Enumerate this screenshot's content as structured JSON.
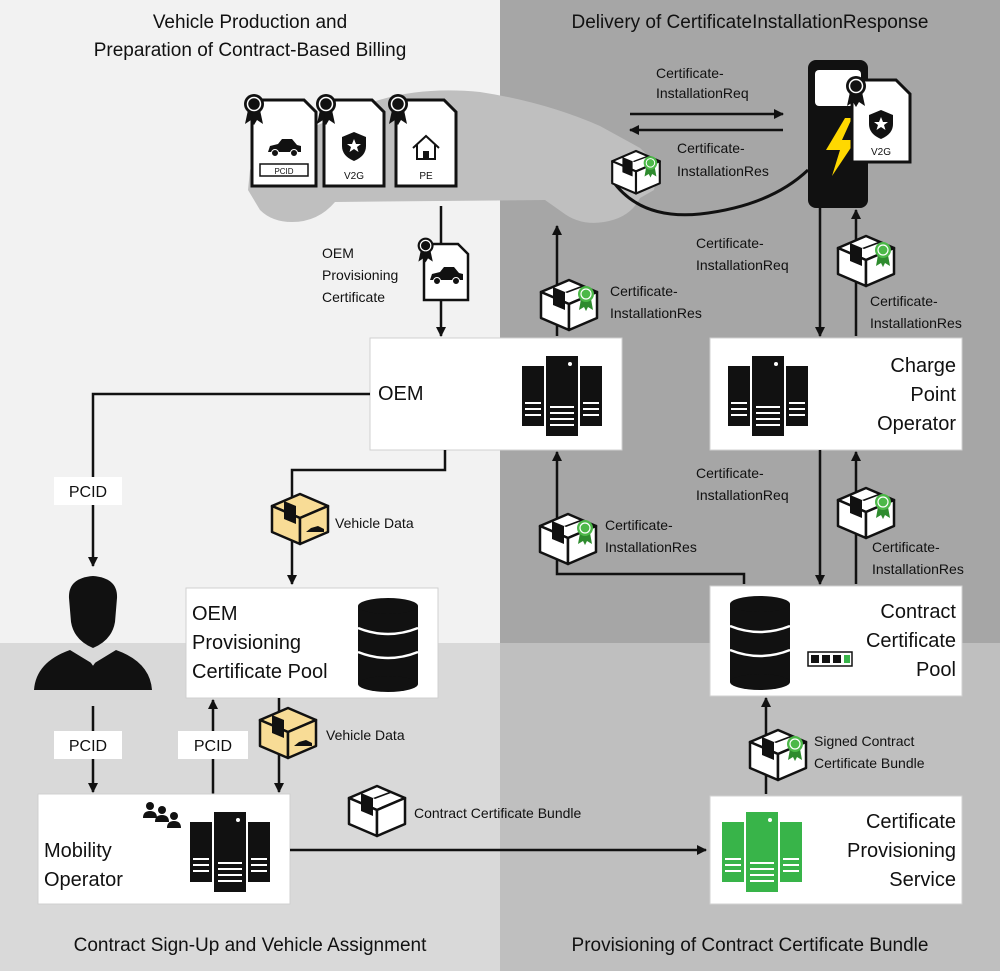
{
  "sections": {
    "top_left": {
      "title_line1": "Vehicle Production and",
      "title_line2": "Preparation of Contract-Based Billing"
    },
    "top_right": {
      "title": "Delivery of CertificateInstallationResponse"
    },
    "bottom_left": {
      "title": "Contract Sign-Up and Vehicle Assignment"
    },
    "bottom_right": {
      "title": "Provisioning of Contract Certificate Bundle"
    }
  },
  "vehicle": {
    "doc_pcid_label": "PCID",
    "doc_v2g_label": "V2G",
    "doc_pe_label": "PE"
  },
  "charger": {
    "doc_label": "V2G"
  },
  "nodes": {
    "oem": {
      "label": "OEM"
    },
    "pool": {
      "line1": "OEM",
      "line2": "Provisioning",
      "line3": "Certificate Pool"
    },
    "cpo": {
      "line1": "Charge",
      "line2": "Point",
      "line3": "Operator"
    },
    "ccp": {
      "line1": "Contract",
      "line2": "Certificate",
      "line3": "Pool"
    },
    "mo": {
      "line1": "Mobility",
      "line2": "Operator"
    },
    "cps": {
      "line1": "Certificate",
      "line2": "Provisioning",
      "line3": "Service"
    }
  },
  "labels": {
    "oem_prov_cert_1": "OEM",
    "oem_prov_cert_2": "Provisioning",
    "oem_prov_cert_3": "Certificate",
    "cert_install_req_top_1": "Certificate-",
    "cert_install_req_top_2": "InstallationReq",
    "cert_install_res_top_1": "Certificate-",
    "cert_install_res_top_2": "InstallationRes",
    "cert_install_req_mid_1": "Certificate-",
    "cert_install_req_mid_2": "InstallationReq",
    "cert_install_res_left_1": "Certificate-",
    "cert_install_res_left_2": "InstallationRes",
    "cert_install_res_right_1": "Certificate-",
    "cert_install_res_right_2": "InstallationRes",
    "cert_install_req_low_1": "Certificate-",
    "cert_install_req_low_2": "InstallationReq",
    "cert_install_res_low_left_1": "Certificate-",
    "cert_install_res_low_left_2": "InstallationRes",
    "cert_install_res_low_right_1": "Certificate-",
    "cert_install_res_low_right_2": "InstallationRes",
    "vehicle_data_1": "Vehicle Data",
    "vehicle_data_2": "Vehicle Data",
    "pcid_1": "PCID",
    "pcid_2": "PCID",
    "pcid_3": "PCID",
    "contract_cert_bundle": "Contract Certificate Bundle",
    "signed_bundle_1": "Signed Contract",
    "signed_bundle_2": "Certificate Bundle"
  },
  "colors": {
    "bg_top_left": "#f2f2f2",
    "bg_top_right": "#a6a6a6",
    "bg_bottom_left": "#d9d9d9",
    "bg_bottom_right": "#bfbfbf",
    "seal_green": "#4cb848",
    "server_green": "#38b449",
    "box_yellow": "#f8dc96"
  }
}
